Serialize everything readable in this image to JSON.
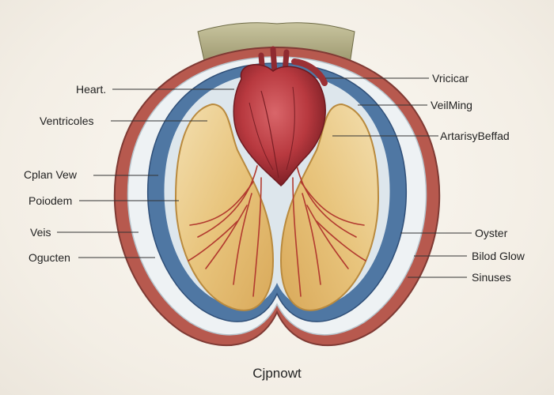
{
  "labels": {
    "left": [
      "Heart.",
      "Ventricoles",
      "Cplan Vew",
      "Poiodem",
      "Veis",
      "Ogucten"
    ],
    "right": [
      "Vricicar",
      "VeilMing",
      "ArtarisyBeffad",
      "Oyster",
      "Bilod Glow",
      "Sinuses"
    ]
  },
  "caption": "Cjpnowt",
  "colors": {
    "background": "#f3eee5",
    "heart": "#b8393f",
    "gill": "#e8c47c",
    "mantle_blue": "#4f77a3",
    "mantle_red": "#b7594e",
    "vein": "#b23a2f"
  }
}
